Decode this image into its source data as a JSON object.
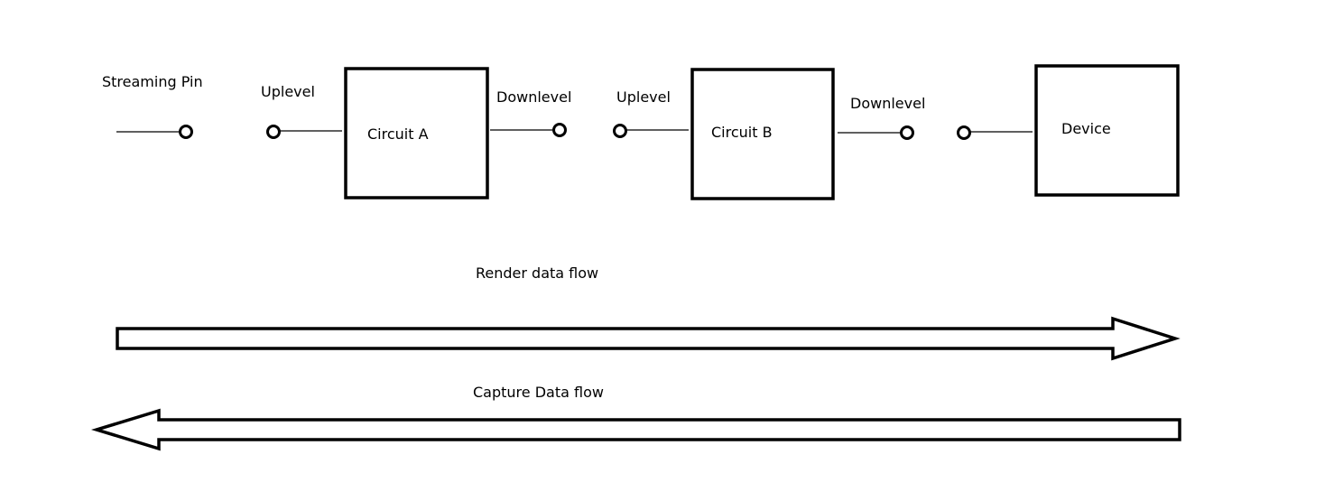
{
  "labels": {
    "streaming_pin": "Streaming Pin",
    "uplevel_a": "Uplevel",
    "downlevel_a": "Downlevel",
    "uplevel_b": "Uplevel",
    "downlevel_b": "Downlevel"
  },
  "blocks": {
    "circuit_a": "Circuit A",
    "circuit_b": "Circuit B",
    "device": "Device"
  },
  "flows": {
    "render": "Render data flow",
    "capture": "Capture Data flow"
  },
  "colors": {
    "stroke": "#000000",
    "background": "#ffffff"
  }
}
